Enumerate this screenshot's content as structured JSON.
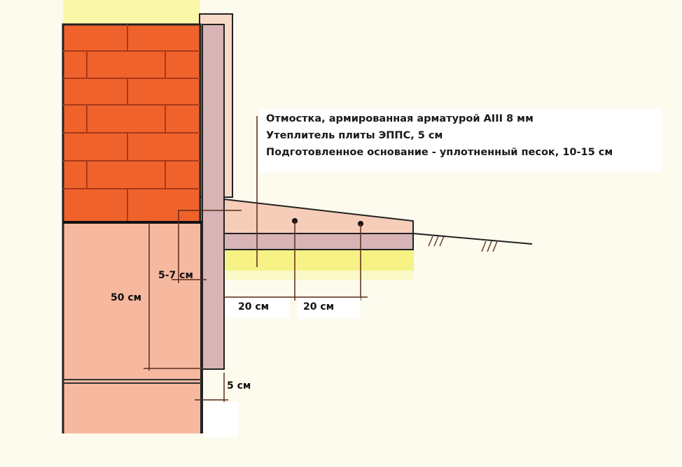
{
  "legend": [
    "Отмостка, армированная арматурой АIII 8 мм",
    "Утеплитель плиты ЭППС, 5 см",
    "Подготовленное основание - уплотненный песок, 10-15 см"
  ],
  "dimensions": {
    "wall_offset": "5-7 см",
    "depth": "50 см",
    "rebar_1": "20 см",
    "rebar_2": "20 см",
    "insulation_gap": "5 см"
  },
  "colors": {
    "brick": "#f0622c",
    "foundation": "#f7b8a0",
    "insulation": "#d8b4b6",
    "sand": "#f6f285",
    "slab": "#f6cdb8"
  }
}
